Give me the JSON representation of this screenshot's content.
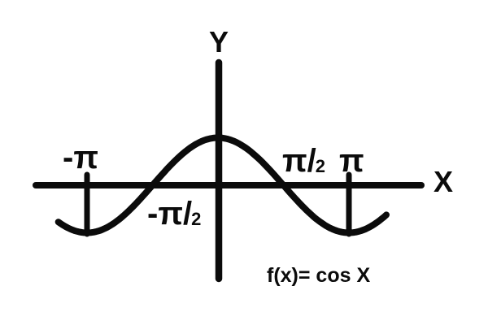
{
  "figure": {
    "background": "#ffffff",
    "ink_color": "#0b0b0b",
    "y_axis_label": "Y",
    "x_axis_label": "X",
    "function_label": "f(x)= cos X",
    "tick_labels": {
      "neg_pi": "-π",
      "neg_pi_over_2": {
        "num": "-π",
        "slash": "/",
        "den": "2"
      },
      "pos_pi_over_2": {
        "num": "π",
        "slash": "/",
        "den": "2"
      },
      "pos_pi": "π"
    }
  },
  "chart_data": {
    "type": "line",
    "title": "",
    "annotation": "f(x)= cos X",
    "xlabel": "X",
    "ylabel": "Y",
    "series": [
      {
        "name": "cos X",
        "function": "y = cos(x)"
      }
    ],
    "x_range_radians": [
      -3.83,
      4.04
    ],
    "ylim": [
      -1,
      1
    ],
    "x_tick_labels": [
      "-π",
      "-π/2",
      "π/2",
      "π"
    ],
    "x_tick_values_radians": [
      -3.14159,
      -1.5708,
      1.5708,
      3.14159
    ],
    "key_points": [
      {
        "x": "-π",
        "y": -1
      },
      {
        "x": "-π/2",
        "y": 0
      },
      {
        "x": "0",
        "y": 1
      },
      {
        "x": "π/2",
        "y": 0
      },
      {
        "x": "π",
        "y": -1
      }
    ],
    "grid": false,
    "legend": false
  }
}
